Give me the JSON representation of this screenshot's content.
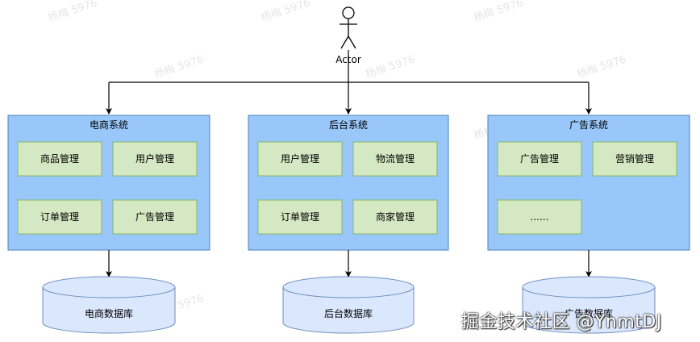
{
  "actor": {
    "label": "Actor"
  },
  "systems": [
    {
      "title": "电商系统",
      "modules": [
        "商品管理",
        "用户管理",
        "订单管理",
        "广告管理"
      ],
      "database": "电商数据库"
    },
    {
      "title": "后台系统",
      "modules": [
        "用户管理",
        "物流管理",
        "订单管理",
        "商家管理"
      ],
      "database": "后台数据库"
    },
    {
      "title": "广告系统",
      "modules": [
        "广告管理",
        "营销管理",
        "......"
      ],
      "database": "广告数据库"
    }
  ],
  "watermark": {
    "repeated": "杨梅 5976",
    "site": "掘金技术社区 @YnmtDJ"
  },
  "colors": {
    "system_fill": "#99c7fa",
    "system_stroke": "#4d80b7",
    "module_fill": "#d5e8c4",
    "module_stroke": "#83b866",
    "db_fill": "#dae7fc",
    "db_stroke": "#6c8ebf",
    "line": "#000000"
  }
}
